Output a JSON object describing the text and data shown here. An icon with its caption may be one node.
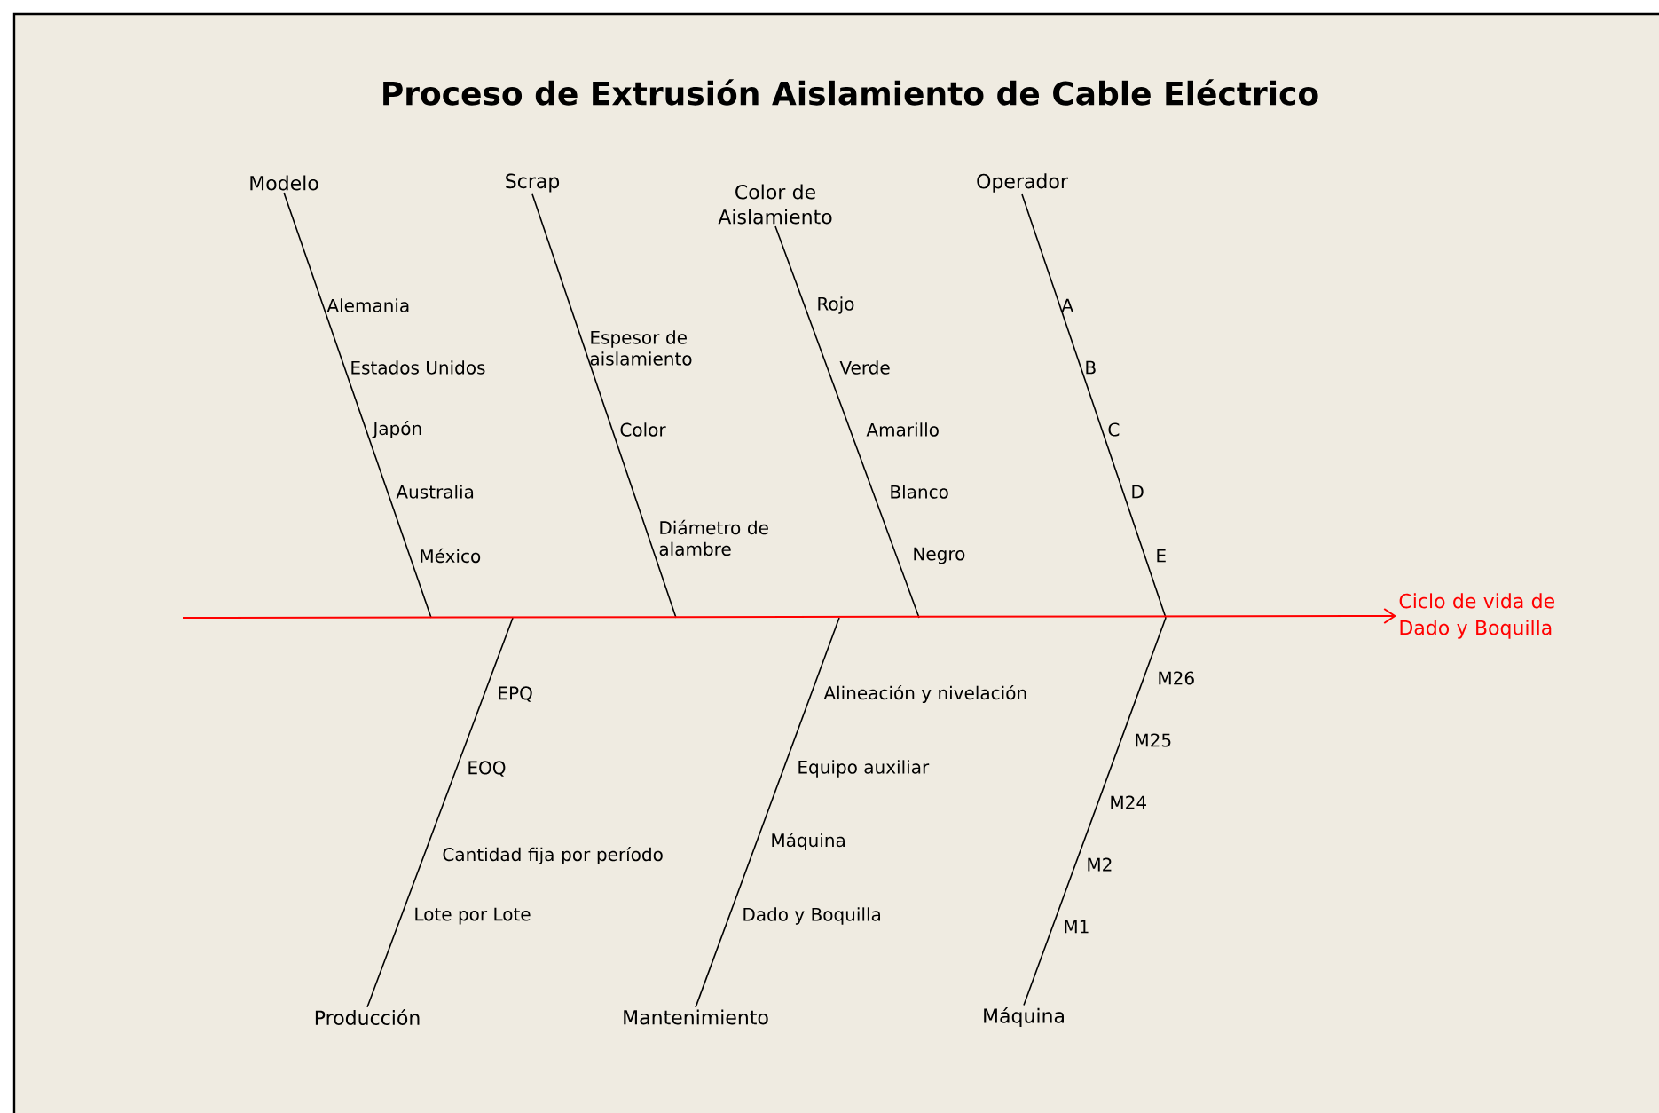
{
  "diagram": {
    "title": "Proceso de Extrusión Aislamiento de Cable Eléctrico",
    "nodes": [
      {
        "text": [
          "Modelo"
        ]
      },
      {
        "text": [
          "Scrap"
        ]
      },
      {
        "text": [
          "Color de Aislamiento"
        ]
      },
      {
        "text": [
          "Operador"
        ]
      },
      {
        "text": [
          "Producción"
        ]
      },
      {
        "text": [
          "Mantenimiento"
        ]
      },
      {
        "text": [
          "Máquina"
        ]
      },
      {
        "text": [
          "Ciclo de vida de Dado y Boquilla"
        ]
      }
    ],
    "edges": [
      {
        "from": 0,
        "to": null,
        "arrow": "none"
      },
      {
        "from": 1,
        "to": null,
        "arrow": "none"
      },
      {
        "from": 2,
        "to": null,
        "arrow": "none"
      },
      {
        "from": 3,
        "to": null,
        "arrow": "none"
      },
      {
        "from": 4,
        "to": null,
        "arrow": "none"
      },
      {
        "from": 5,
        "to": null,
        "arrow": "none"
      },
      {
        "from": 6,
        "to": null,
        "arrow": "none"
      },
      {
        "from": null,
        "to": 7,
        "arrow": "to",
        "color": "#ff0000"
      }
    ],
    "labels": [
      "Alemania",
      "Estados Unidos",
      "Japón",
      "Australia",
      "México",
      "Espesor de aislamiento",
      "Color",
      "Diámetro de alambre",
      "Rojo",
      "Verde",
      "Amarillo",
      "Blanco",
      "Negro",
      "A",
      "B",
      "C",
      "D",
      "E",
      "EPQ",
      "EOQ",
      "Cantidad fija por período",
      "Lote por Lote",
      "Alineación y nivelación",
      "Equipo auxiliar",
      "Máquina",
      "Dado y Boquilla",
      "M26",
      "M25",
      "M24",
      "M2",
      "M1"
    ]
  }
}
